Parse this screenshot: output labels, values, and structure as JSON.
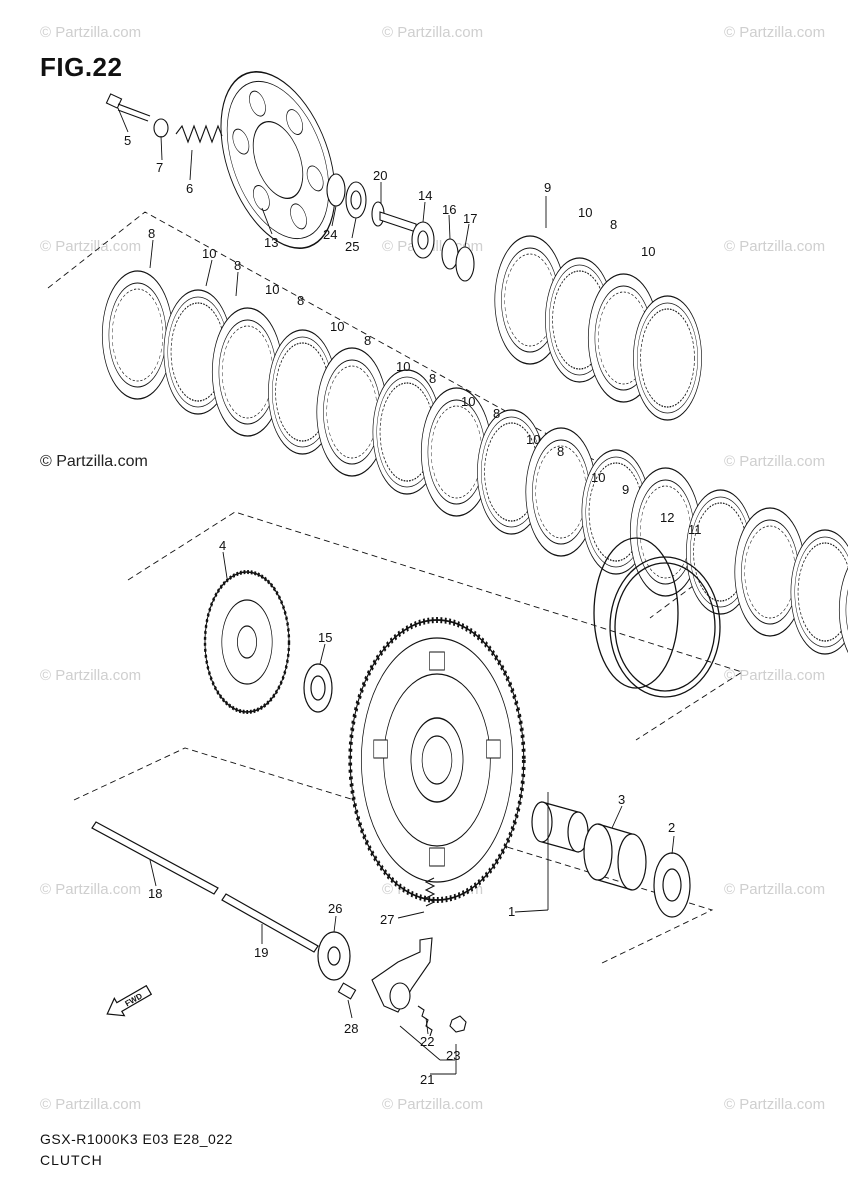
{
  "figure_title": "FIG.22",
  "watermark": "© Partzilla.com",
  "watermark_dark": "© Partzilla.com",
  "footer": {
    "model_code": "GSX-R1000K3 E03 E28_022",
    "assembly_name": "CLUTCH"
  },
  "callouts": [
    "1",
    "2",
    "3",
    "4",
    "5",
    "6",
    "7",
    "8",
    "9",
    "10",
    "11",
    "12",
    "13",
    "14",
    "15",
    "16",
    "17",
    "18",
    "19",
    "20",
    "21",
    "22",
    "23",
    "24",
    "25",
    "26",
    "27",
    "28"
  ],
  "colors": {
    "line": "#111111",
    "watermark": "#cfcfcf",
    "background": "#ffffff"
  },
  "icons": [
    "fwd-arrow-icon"
  ]
}
